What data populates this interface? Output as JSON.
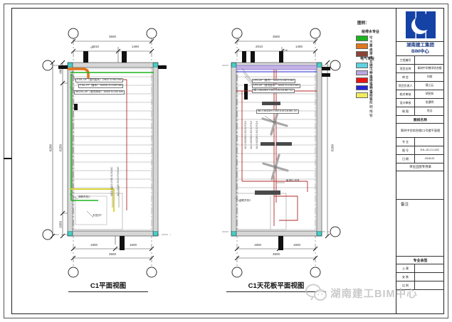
{
  "legend": {
    "title": "图例：",
    "groups": [
      {
        "title": "给排水专业",
        "items": [
          {
            "label": "给水系统",
            "color": "#1db31d"
          },
          {
            "label": "废水系统",
            "color": "#e0761d"
          },
          {
            "label": "污水系统",
            "color": "#8a4436"
          }
        ]
      },
      {
        "title": "电气专业",
        "items": [
          {
            "label": "强电桥架",
            "color": "#5fd2e0"
          },
          {
            "label": "弱电桥架",
            "color": "#b9a7e0"
          },
          {
            "label": "强电线管",
            "color": "#e81414"
          },
          {
            "label": "弱电线管",
            "color": "#2525d6"
          },
          {
            "label": "应急照明线管",
            "color": "#f0ec5e"
          }
        ]
      }
    ]
  },
  "plans": {
    "left": {
      "title": "C1平面视图",
      "dims": {
        "top_total": "3500",
        "top_left": "2010",
        "top_right": "1490",
        "bot_left": "1900",
        "bot_right": "1600",
        "bot_total": "3500",
        "v_total": "8200",
        "v_a": "900",
        "v_b": "6250",
        "v_c": "1050"
      },
      "annotations": [
        "FJXL-GF（室内给水） DN32 S=900 mm",
        "FJXL-FF（废水） DN200 S=1000 mm",
        "WSJXL-GF（室内排水） DN25 S=100 mm"
      ],
      "labels": {
        "switch": "双联开关C",
        "lamp": "天花灯P",
        "cable1": "WD1 YJV22-4X16-SC40-WC",
        "cable2": "WL1 ZR-BV-3X2.5-PC16-WC",
        "tag": "CH"
      }
    },
    "right": {
      "title": "C1天花板平面视图",
      "dims": {
        "top_total": "3500",
        "top_left": "2010",
        "top_right": "1490",
        "bot_left": "1900",
        "bot_right": "1600",
        "bot_total": "3500",
        "v_total": "8200"
      },
      "annotations": [
        "LPS-GF（蒸汽） DN20 S=2870 mm",
        "LPS-GF（室内给水） DN32 S=1310 mm",
        "WL1 WDZBYJ-3X2.5-SC16-WC CC",
        "WL1 WDZBYJ-3X2.5-SC16-WC CC"
      ],
      "labels": {
        "switch": "双联开关C",
        "lamp": "吸顶灯-开关",
        "cable1": "WL1 WDZBYJ-3X2.5-PC16",
        "cable2": "WL2 WDZBYJ-3X2.5-PC16",
        "cable3": "WL3 WDZBYJ-3X2.5-PC16",
        "tag": "C16"
      }
    }
  },
  "titleblock": {
    "company_line1": "湖南建工集团",
    "company_line2": "BIM中心",
    "rows": [
      {
        "label": "工程编号",
        "value": ""
      },
      {
        "label": "项目名称",
        "value": "青树中学教学综合楼"
      },
      {
        "label": "审  定",
        "value": "刘斌"
      },
      {
        "label": "项目负责人",
        "value": "聂江云"
      },
      {
        "label": "校对审核",
        "value": "胡宪知"
      },
      {
        "label": "设计审核",
        "value": "张建明"
      },
      {
        "label": "制  图",
        "value": "肖远"
      }
    ],
    "drawing_name_label": "图纸名称",
    "drawing_name": "青树中学综合楼C1号楼平面图",
    "meta_rows": [
      {
        "label": "专  业",
        "value": ""
      },
      {
        "label": "图  号",
        "value": "JHL-JD-C1-002"
      },
      {
        "label": "日  期",
        "value": "2018.02"
      }
    ],
    "seal": "单位出图专用章",
    "remark_label": "备注",
    "signoff_label": "专业会签",
    "signoff_rows": [
      {
        "label": "土  建",
        "value": ""
      },
      {
        "label": "安  装",
        "value": ""
      },
      {
        "label": "比  例",
        "value": ""
      }
    ]
  },
  "watermark": {
    "text": "湖南建工BIM中心"
  }
}
